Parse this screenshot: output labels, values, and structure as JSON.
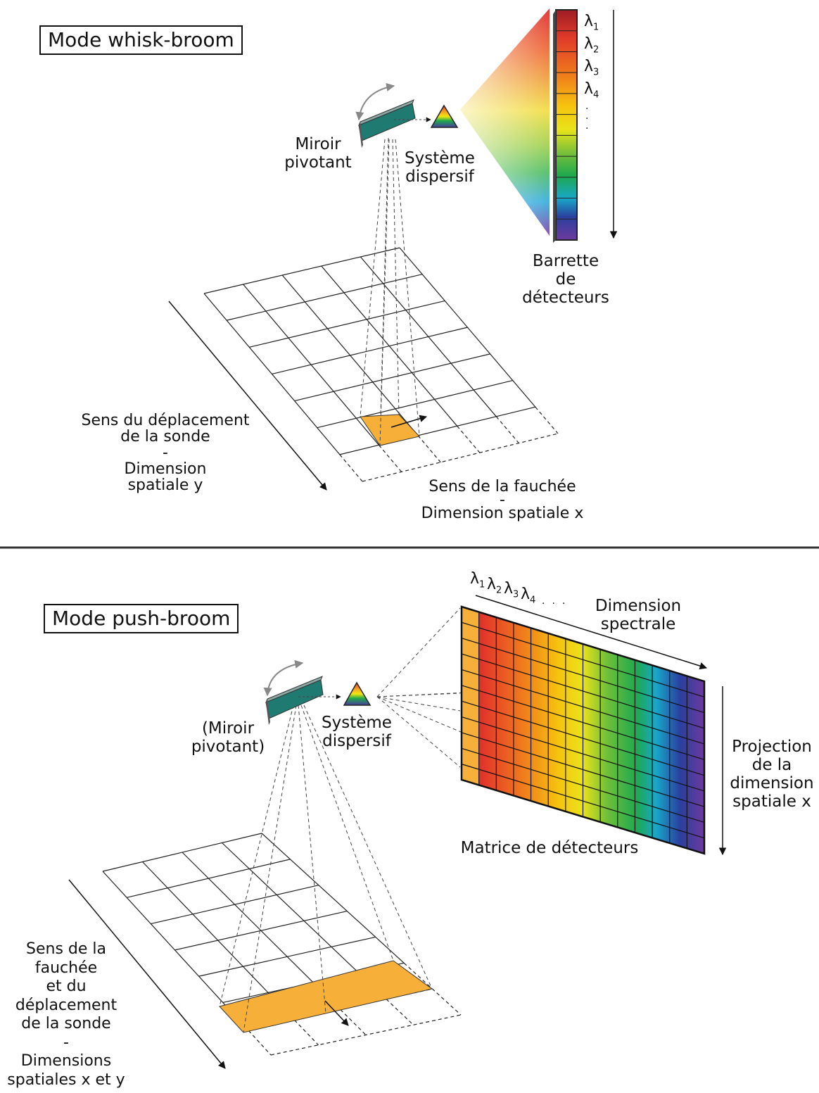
{
  "whisk": {
    "mode_title": "Mode whisk-broom",
    "mirror_label": [
      "Miroir",
      "pivotant"
    ],
    "disperser_label": [
      "Système",
      "dispersif"
    ],
    "detector_label": [
      "Barrette",
      "de",
      "détecteurs"
    ],
    "wavelengths": [
      {
        "sym": "λ",
        "sub": "1"
      },
      {
        "sym": "λ",
        "sub": "2"
      },
      {
        "sym": "λ",
        "sub": "3"
      },
      {
        "sym": "λ",
        "sub": "4"
      }
    ],
    "direction_y_label": [
      "Sens du déplacement",
      "de la sonde",
      "-",
      "Dimension",
      "spatiale y"
    ],
    "direction_x_label": [
      "Sens de la fauchée",
      "-",
      "Dimension spatiale x"
    ]
  },
  "push": {
    "mode_title": "Mode push-broom",
    "mirror_label": [
      "(Miroir",
      "pivotant)"
    ],
    "disperser_label": [
      "Système",
      "dispersif"
    ],
    "spectral_label": [
      "Dimension",
      "spectrale"
    ],
    "projection_label": [
      "Projection",
      "de la",
      "dimension",
      "spatiale x"
    ],
    "matrix_label": "Matrice de détecteurs",
    "wavelengths": [
      {
        "sym": "λ",
        "sub": "1"
      },
      {
        "sym": "λ",
        "sub": "2"
      },
      {
        "sym": "λ",
        "sub": "3"
      },
      {
        "sym": "λ",
        "sub": "4"
      }
    ],
    "direction_label": [
      "Sens de la",
      "fauchée",
      "et du",
      "déplacement",
      "de la sonde",
      "-",
      "Dimensions",
      "spatiales x et y"
    ]
  },
  "colors": {
    "highlight": "#f6b03a",
    "mirror": "#1f7a72",
    "spectrum": [
      "#b3202a",
      "#e43a2a",
      "#f07a1c",
      "#f6c40f",
      "#f3e60f",
      "#7bc03a",
      "#1ea94e",
      "#19a7c9",
      "#1e5fb5",
      "#2f2d8a",
      "#6e3a9e"
    ]
  }
}
